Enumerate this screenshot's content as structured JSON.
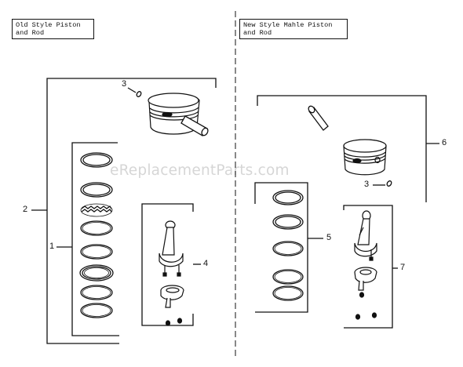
{
  "left_panel": {
    "title": "Old Style Piston\nand Rod",
    "callouts": {
      "assembly": "2",
      "pin_clip": "3",
      "rings": "1",
      "rod": "4"
    }
  },
  "right_panel": {
    "title": "New Style Mahle Piston\nand Rod",
    "callouts": {
      "assembly": "6",
      "pin_clip": "3",
      "rings": "5",
      "rod": "7"
    }
  },
  "watermark": "eReplacementParts.com"
}
